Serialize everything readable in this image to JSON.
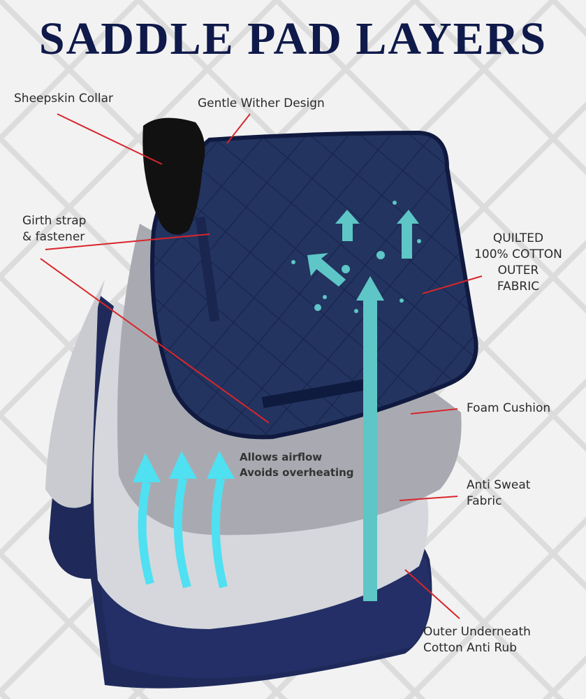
{
  "title": "SADDLE PAD LAYERS",
  "labels": {
    "sheepskin": "Sheepskin Collar",
    "wither": "Gentle Wither Design",
    "girth1": "Girth strap",
    "girth2": "& fastener",
    "quilted1": "QUILTED",
    "quilted2": "100% COTTON",
    "quilted3": "OUTER",
    "quilted4": "FABRIC",
    "foam": "Foam Cushion",
    "sweat1": "Anti Sweat",
    "sweat2": "Fabric",
    "outer1": "Outer Underneath",
    "outer2": "Cotton Anti Rub"
  },
  "airflow": {
    "line1": "Allows airflow",
    "line2": "Avoids overheating"
  },
  "colors": {
    "navy": "#1e2d55",
    "accent": "#5ec6c6",
    "line": "#d8262b",
    "felt": "#a9aab1",
    "sweat": "#d5d7dc"
  }
}
